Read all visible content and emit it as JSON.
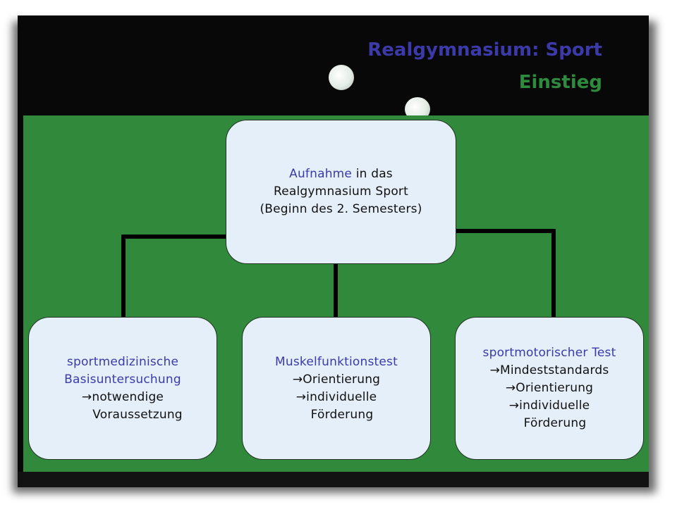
{
  "title": {
    "line1": "Realgymnasium: Sport",
    "line2": "Einstieg"
  },
  "root": {
    "highlight": "Aufnahme",
    "rest": " in das",
    "line2": "Realgymnasium Sport",
    "line3": "(Beginn des 2. Semesters)"
  },
  "children": [
    {
      "heading1": "sportmedizinische",
      "heading2": "Basisuntersuchung",
      "items": [
        "→notwendige",
        "Voraussetzung"
      ]
    },
    {
      "heading1": "Muskelfunktionstest",
      "items": [
        "→Orientierung",
        "→individuelle",
        "Förderung"
      ]
    },
    {
      "heading1": "sportmotorischer Test",
      "items": [
        "→Mindeststandards",
        "→Orientierung",
        "→individuelle",
        "Förderung"
      ]
    }
  ],
  "colors": {
    "title_blue": "#3c3aa8",
    "title_green": "#2e8a3c",
    "panel_green": "#318a3c",
    "box_fill": "#e4eff9",
    "background": "#070807"
  }
}
